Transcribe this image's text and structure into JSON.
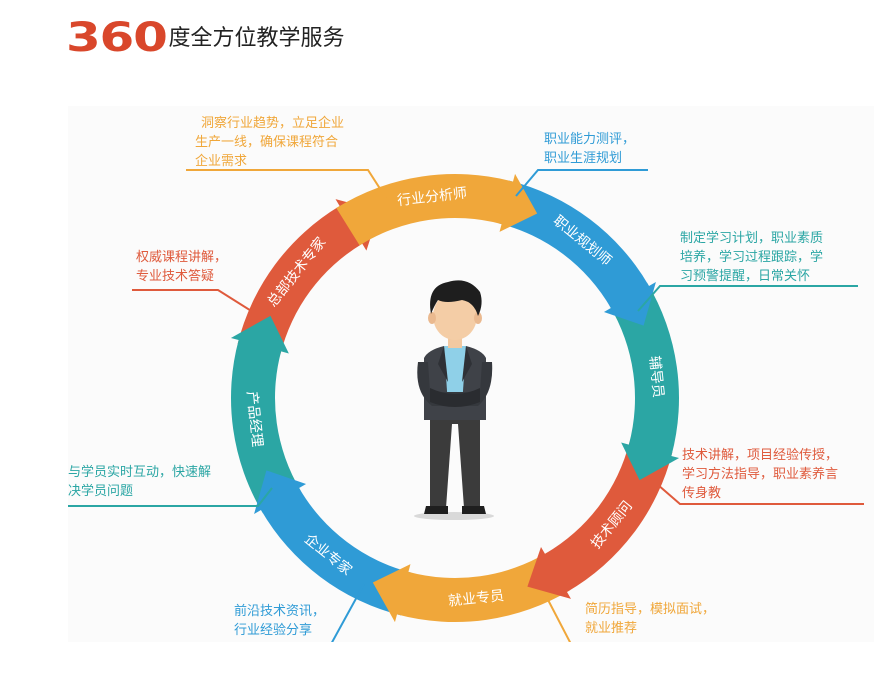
{
  "header": {
    "logo": "360",
    "title": "度全方位教学服务",
    "logo_color": "#d9472b"
  },
  "cycle": {
    "segments": [
      {
        "id": "analyst",
        "label": "行业分析师",
        "color": "#f0a73a"
      },
      {
        "id": "career",
        "label": "职业规划师",
        "color": "#2f9bd6"
      },
      {
        "id": "tutor",
        "label": "辅导员",
        "color": "#2ba6a4"
      },
      {
        "id": "consultant",
        "label": "技术顾问",
        "color": "#df5a3c"
      },
      {
        "id": "employment",
        "label": "就业专员",
        "color": "#f0a73a"
      },
      {
        "id": "enterprise",
        "label": "企业专家",
        "color": "#2f9bd6"
      },
      {
        "id": "product",
        "label": "产品经理",
        "color": "#2ba6a4"
      },
      {
        "id": "hq",
        "label": "总部技术专家",
        "color": "#df5a3c"
      }
    ]
  },
  "annotations": [
    {
      "id": "analyst",
      "lines": [
        "洞察行业趋势，立足企业",
        "生产一线，确保课程符合",
        "企业需求"
      ],
      "color": "#f0a73a"
    },
    {
      "id": "career",
      "lines": [
        "职业能力测评，",
        "职业生涯规划"
      ],
      "color": "#2f9bd6"
    },
    {
      "id": "tutor",
      "lines": [
        "制定学习计划，职业素质",
        "培养，学习过程跟踪，学",
        "习预警提醒，日常关怀"
      ],
      "color": "#2ba6a4"
    },
    {
      "id": "consultant",
      "lines": [
        "技术讲解，项目经验传授，",
        "学习方法指导，职业素养言",
        "传身教"
      ],
      "color": "#df5a3c"
    },
    {
      "id": "employment",
      "lines": [
        "简历指导，模拟面试，",
        "就业推荐"
      ],
      "color": "#f0a73a"
    },
    {
      "id": "enterprise",
      "lines": [
        "前沿技术资讯，",
        "行业经验分享"
      ],
      "color": "#2f9bd6"
    },
    {
      "id": "product",
      "lines": [
        "与学员实时互动，快速解",
        "决学员问题"
      ],
      "color": "#2ba6a4"
    },
    {
      "id": "hq",
      "lines": [
        "权威课程讲解，",
        "专业技术答疑"
      ],
      "color": "#df5a3c"
    }
  ]
}
